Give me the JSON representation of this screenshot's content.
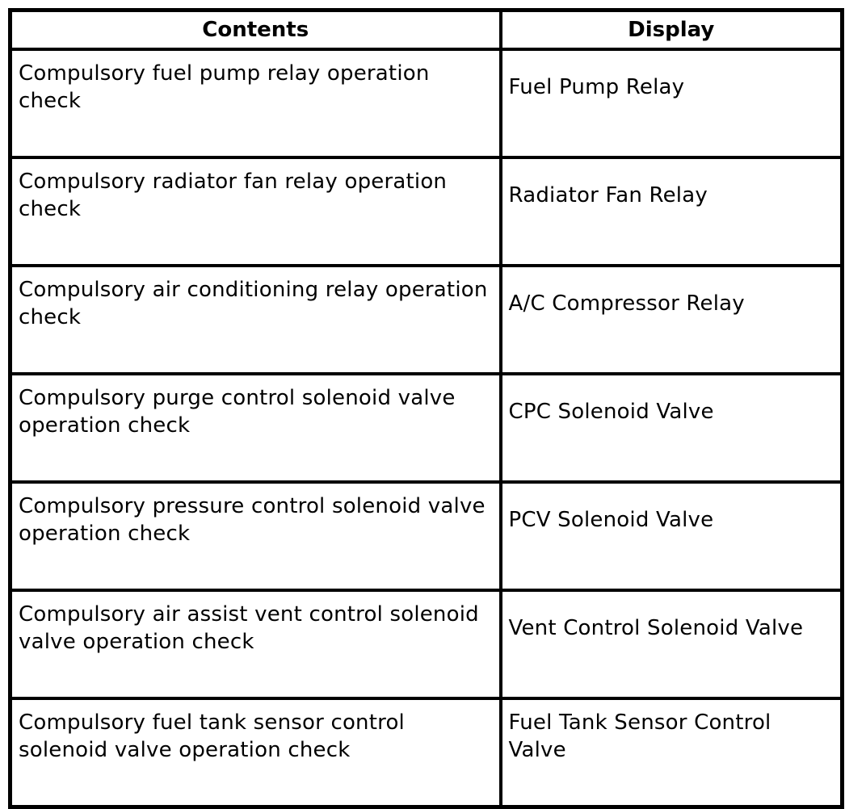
{
  "table": {
    "headers": {
      "contents": "Contents",
      "display": "Display"
    },
    "rows": [
      {
        "contents": "Compulsory fuel pump relay operation check",
        "display": "Fuel Pump Relay"
      },
      {
        "contents": "Compulsory radiator fan relay operation check",
        "display": "Radiator Fan Relay"
      },
      {
        "contents": "Compulsory air conditioning relay operation check",
        "display": "A/C Compressor Relay"
      },
      {
        "contents": "Compulsory purge control solenoid valve operation check",
        "display": "CPC Solenoid Valve"
      },
      {
        "contents": "Compulsory pressure control solenoid valve operation check",
        "display": "PCV Solenoid Valve"
      },
      {
        "contents": "Compulsory air assist vent control solenoid valve operation check",
        "display": "Vent Control Solenoid Valve"
      },
      {
        "contents": "Compulsory fuel tank sensor control solenoid valve operation check",
        "display": "Fuel Tank Sensor Control Valve"
      }
    ]
  },
  "colors": {
    "border": "#000000",
    "text": "#000000",
    "background": "#ffffff"
  }
}
